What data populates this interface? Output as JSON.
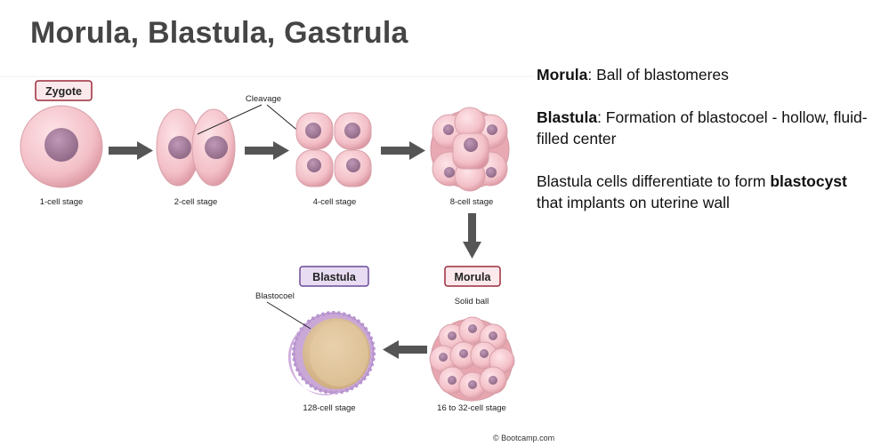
{
  "slide": {
    "title": "Morula, Blastula, Gastrula",
    "copyright": "© Bootcamp.com"
  },
  "diagram": {
    "labels": {
      "zygote": "Zygote",
      "blastula": "Blastula",
      "morula": "Morula",
      "cleavage": "Cleavage",
      "blastocoel": "Blastocoel",
      "solid_ball": "Solid ball"
    },
    "stages": {
      "s1": "1-cell stage",
      "s2": "2-cell stage",
      "s4": "4-cell stage",
      "s8": "8-cell stage",
      "s16": "16 to 32-cell stage",
      "s128": "128-cell stage"
    },
    "colors": {
      "cell": "#f2c0c8",
      "nucleus": "#a77f9f",
      "arrow": "#555555",
      "label_border": "#9c2b3a",
      "blastula_border": "#6a4a98",
      "blastula_fill": "#e8dcf3"
    }
  },
  "text": {
    "morula_term": "Morula",
    "morula_def": ": Ball of blastomeres",
    "blastula_term": "Blastula",
    "blastula_def": ": Formation of blastocoel - hollow, fluid-filled center",
    "cells_text": "Blastula cells differentiate to form ",
    "blastocyst_term": "blastocyst",
    "implant_text": " that implants on uterine wall"
  }
}
